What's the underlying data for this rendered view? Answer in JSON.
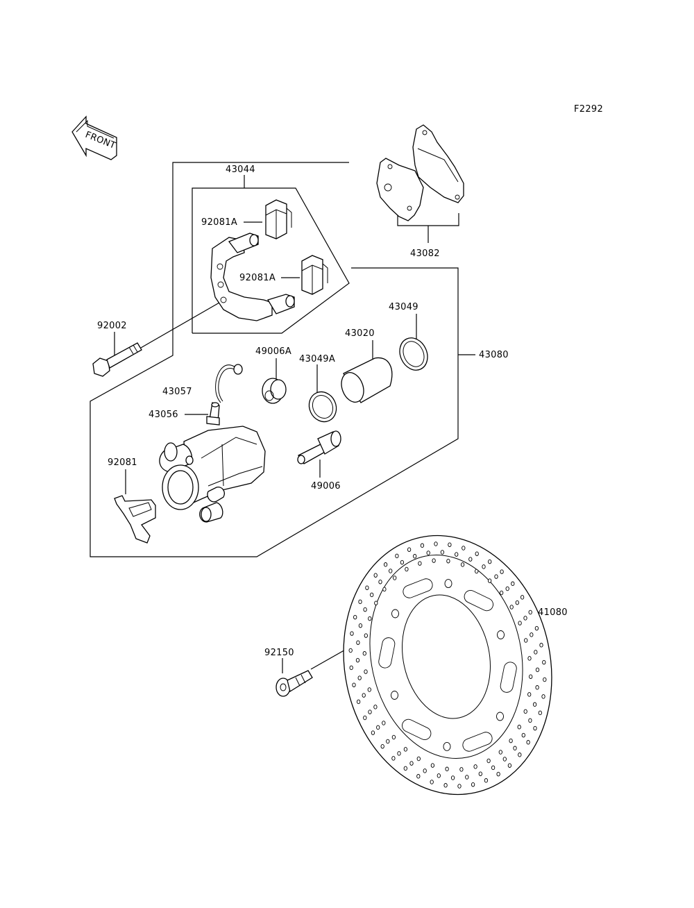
{
  "figure_code": "F2292",
  "front_arrow_text": "FRONT",
  "parts": {
    "p43044": "43044",
    "p92081A_1": "92081A",
    "p92081A_2": "92081A",
    "p43082": "43082",
    "p92002": "92002",
    "p49006A": "49006A",
    "p43049A": "43049A",
    "p43020": "43020",
    "p43049": "43049",
    "p43080": "43080",
    "p43057": "43057",
    "p43056": "43056",
    "p92081": "92081",
    "p49006": "49006",
    "p41080": "41080",
    "p92150": "92150"
  }
}
